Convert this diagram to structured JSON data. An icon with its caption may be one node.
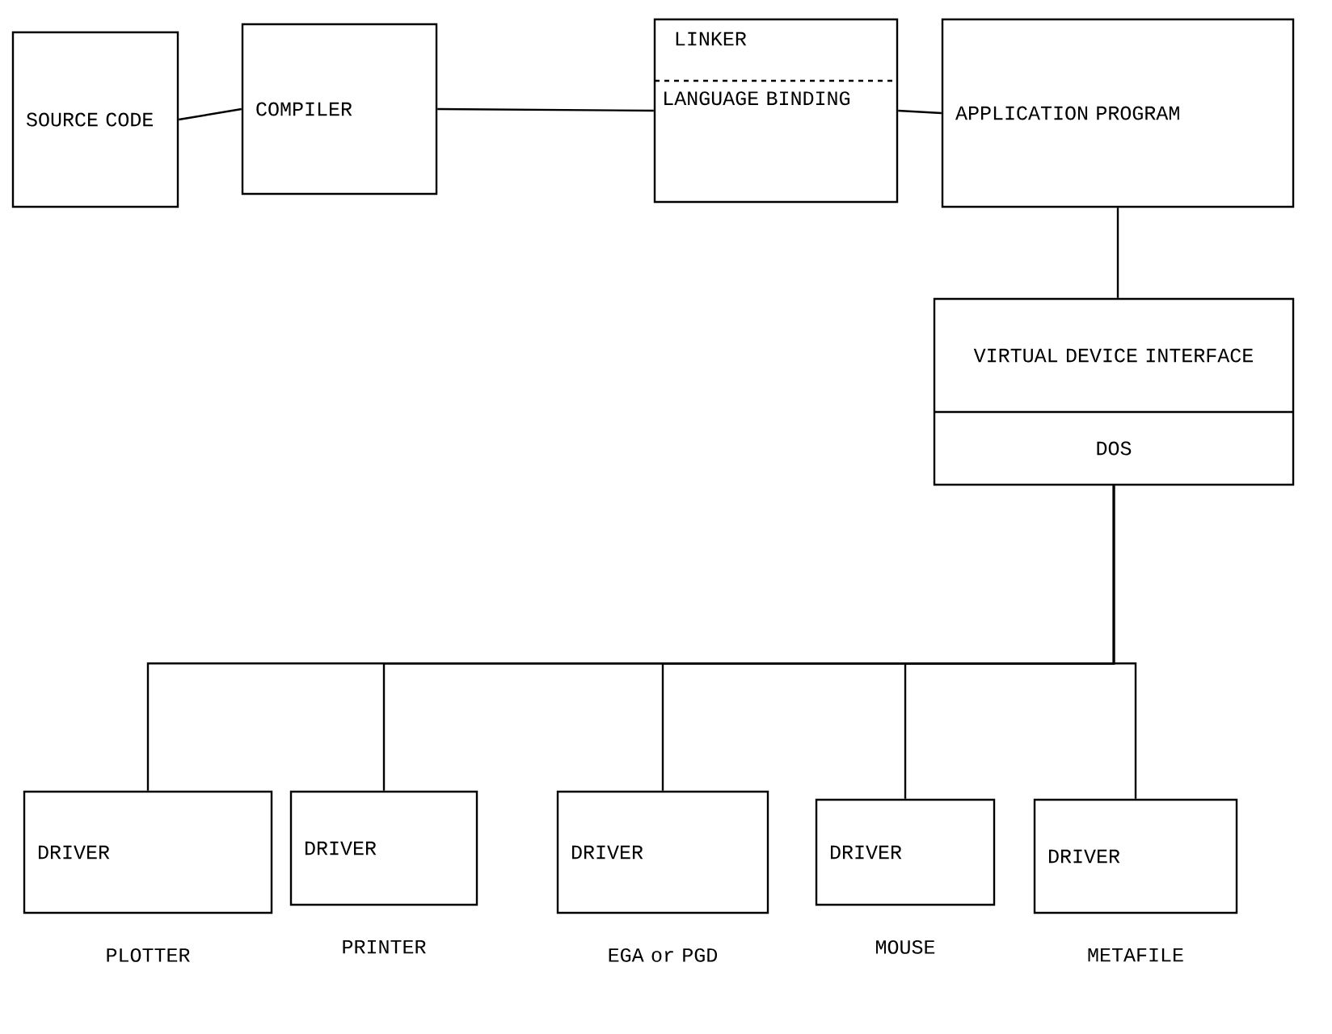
{
  "diagram": {
    "nodes": [
      {
        "text": [
          "SOURCE CODE"
        ]
      },
      {
        "text": [
          "COMPILER"
        ]
      },
      {
        "text": [
          "LINKER",
          "LANGUAGE BINDING"
        ]
      },
      {
        "text": [
          "APPLICATION PROGRAM"
        ]
      },
      {
        "text": [
          "VIRTUAL DEVICE INTERFACE",
          "DOS"
        ]
      },
      {
        "text": [
          "DRIVER"
        ],
        "beside": [
          "PLOTTER"
        ]
      },
      {
        "text": [
          "DRIVER"
        ],
        "beside": [
          "PRINTER"
        ]
      },
      {
        "text": [
          "DRIVER"
        ],
        "beside": [
          "EGA or PGD"
        ]
      },
      {
        "text": [
          "DRIVER"
        ],
        "beside": [
          "MOUSE"
        ]
      },
      {
        "text": [
          "DRIVER"
        ],
        "beside": [
          "METAFILE"
        ]
      }
    ],
    "edges": [
      {
        "from": 0,
        "to": 1,
        "arrow": "none"
      },
      {
        "from": 1,
        "to": 2,
        "arrow": "none"
      },
      {
        "from": 2,
        "to": 3,
        "arrow": "none"
      },
      {
        "from": 3,
        "to": 4,
        "arrow": "none"
      },
      {
        "from": 4,
        "to": 5,
        "arrow": "none"
      },
      {
        "from": 4,
        "to": 6,
        "arrow": "none"
      },
      {
        "from": 4,
        "to": 7,
        "arrow": "none"
      },
      {
        "from": 4,
        "to": 8,
        "arrow": "none"
      },
      {
        "from": 4,
        "to": 9,
        "arrow": "none"
      }
    ]
  }
}
